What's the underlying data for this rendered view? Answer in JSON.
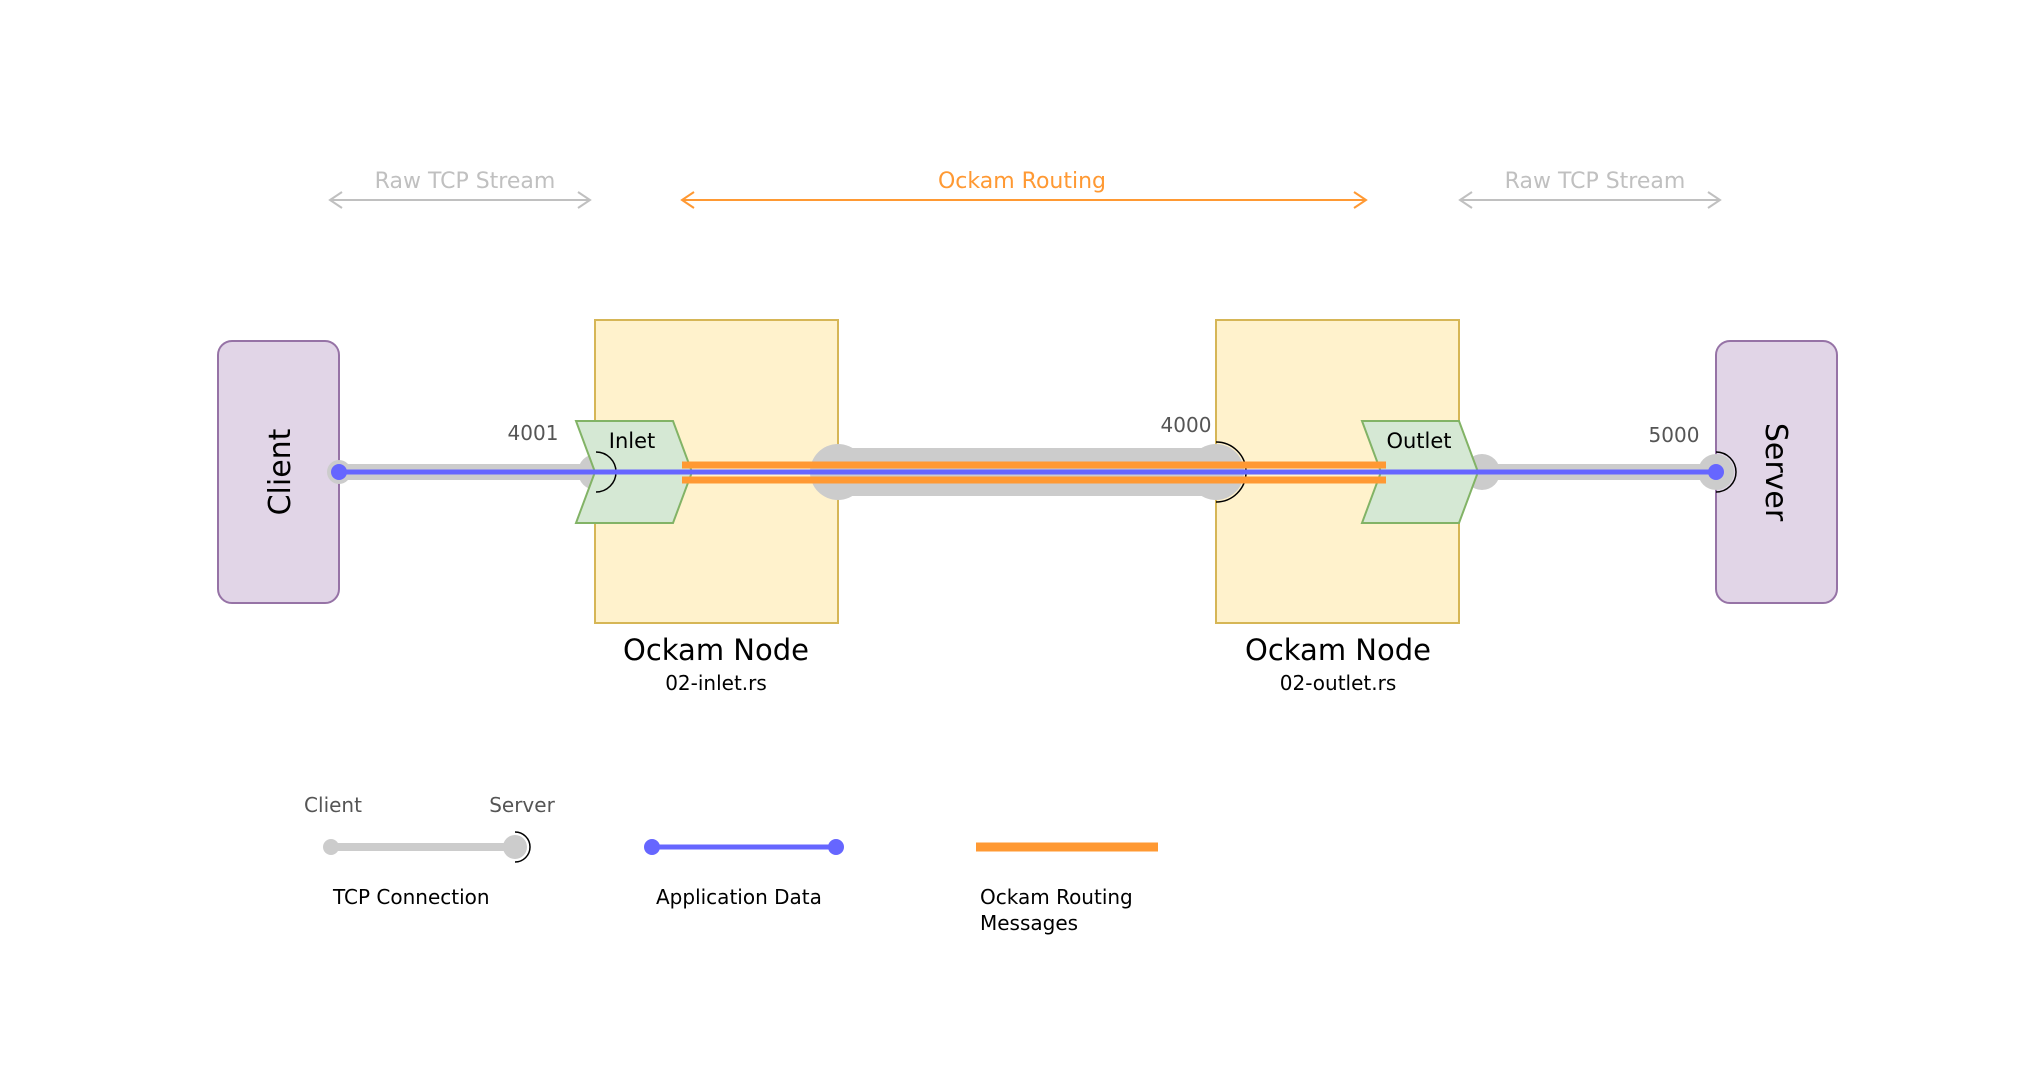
{
  "top_labels": {
    "left": "Raw TCP Stream",
    "middle": "Ockam Routing",
    "right": "Raw TCP Stream"
  },
  "client": {
    "label": "Client"
  },
  "server": {
    "label": "Server"
  },
  "inlet_node": {
    "title": "Ockam Node",
    "file": "02-inlet.rs",
    "worker": "Inlet"
  },
  "outlet_node": {
    "title": "Ockam Node",
    "file": "02-outlet.rs",
    "worker": "Outlet"
  },
  "ports": {
    "inlet": "4001",
    "outlet_listener": "4000",
    "server": "5000"
  },
  "legend": {
    "tcp_client": "Client",
    "tcp_server": "Server",
    "tcp_connection": "TCP Connection",
    "application_data": "Application Data",
    "routing_line1": "Ockam Routing",
    "routing_line2": "Messages"
  },
  "colors": {
    "tcp_gray": "#cccccc",
    "app_blue": "#6666ff",
    "routing_orange": "#ff9933",
    "node_fill": "#fff2cc",
    "node_border": "#d6b656",
    "endpoint_fill": "#e1d5e7",
    "endpoint_border": "#9673a6",
    "worker_fill": "#d5e8d4",
    "worker_border": "#82b366",
    "muted_text": "#c0c0c0",
    "port_text": "#555555"
  }
}
